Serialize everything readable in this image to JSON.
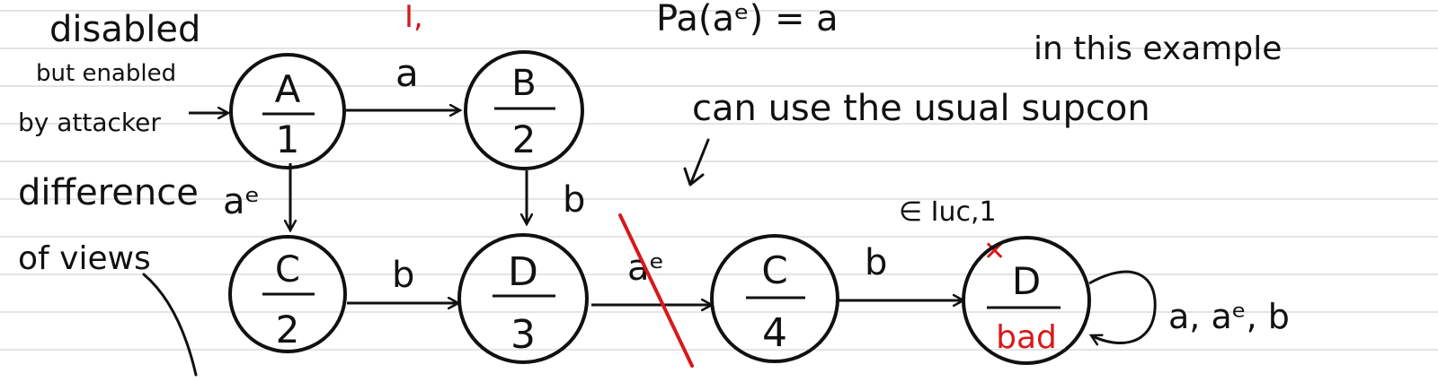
{
  "colors": {
    "ink": "#111111",
    "red": "#d7191c",
    "rule": "#dcdcdc"
  },
  "annotations": {
    "disabled": "disabled",
    "but_enabled": "but enabled",
    "by_attacker": "by attacker",
    "difference": "difference",
    "of_views": "of views",
    "roman_one": "I,",
    "pa_equation": "Pa(aᵉ) = a",
    "in_this_example": "in this example",
    "can_use": "can use the usual supcon",
    "e_iuc": "∈ Iuc,1",
    "cross": "✕"
  },
  "states": {
    "a": {
      "letter": "A",
      "number": "1"
    },
    "b": {
      "letter": "B",
      "number": "2"
    },
    "c1": {
      "letter": "C",
      "number": "2"
    },
    "d1": {
      "letter": "D",
      "number": "3"
    },
    "c2": {
      "letter": "C",
      "number": "4"
    },
    "d2": {
      "letter": "D",
      "number": "bad"
    }
  },
  "edges": {
    "a_b": "a",
    "a_c": "aᵉ",
    "b_d": "b",
    "c_d": "b",
    "d_c": "aᵉ",
    "c_d2": "b",
    "self_loop": "a, aᵉ, b"
  }
}
